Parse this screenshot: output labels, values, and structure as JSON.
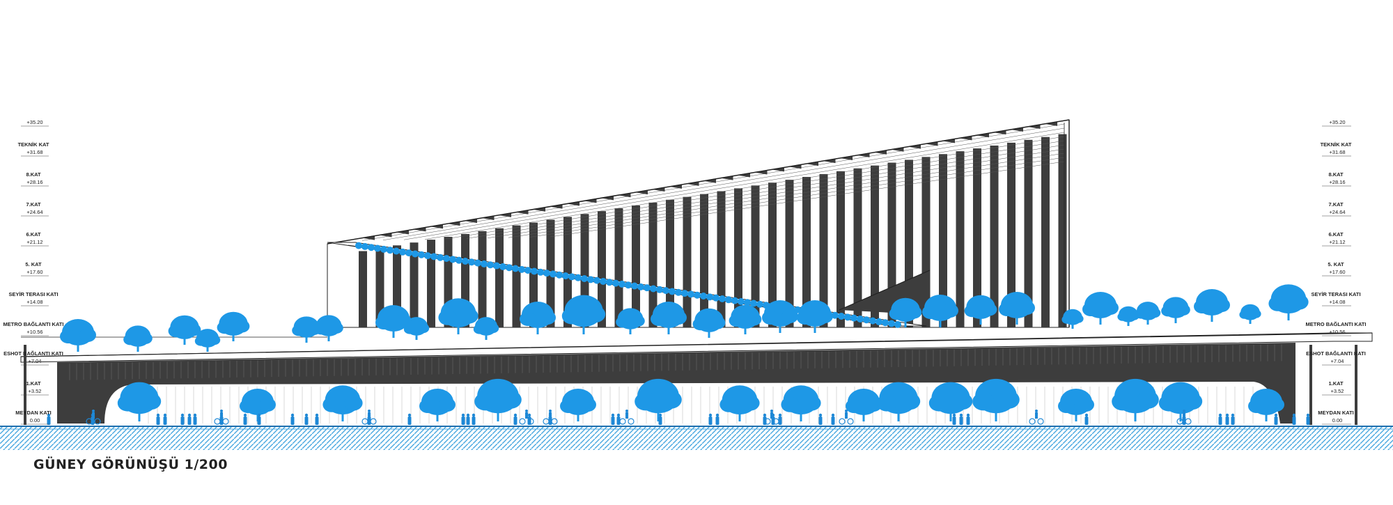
{
  "title": "GÜNEY GÖRÜNÜŞÜ  1/200",
  "colors": {
    "tree": "#1e98e6",
    "people": "#1e88d6",
    "dark_facade": "#3d3d3d",
    "ground_hatch": "#4aa8e0",
    "line": "#222222"
  },
  "levels": [
    {
      "name": "",
      "elev": "+35.20"
    },
    {
      "name": "TEKNİK KAT",
      "elev": "+31.68"
    },
    {
      "name": "8.KAT",
      "elev": "+28.16"
    },
    {
      "name": "7.KAT",
      "elev": "+24.64"
    },
    {
      "name": "6.KAT",
      "elev": "+21.12"
    },
    {
      "name": "5. KAT",
      "elev": "+17.60"
    },
    {
      "name": "SEYİR TERASI KATI",
      "elev": "+14.08"
    },
    {
      "name": "METRO BAĞLANTI KATI",
      "elev": "+10.56"
    },
    {
      "name": "ESHOT BAĞLANTI KATI",
      "elev": "+7.04"
    },
    {
      "name": "1.KAT",
      "elev": "+3.52"
    },
    {
      "name": "MEYDAN KATI",
      "elev": "0.00"
    }
  ]
}
